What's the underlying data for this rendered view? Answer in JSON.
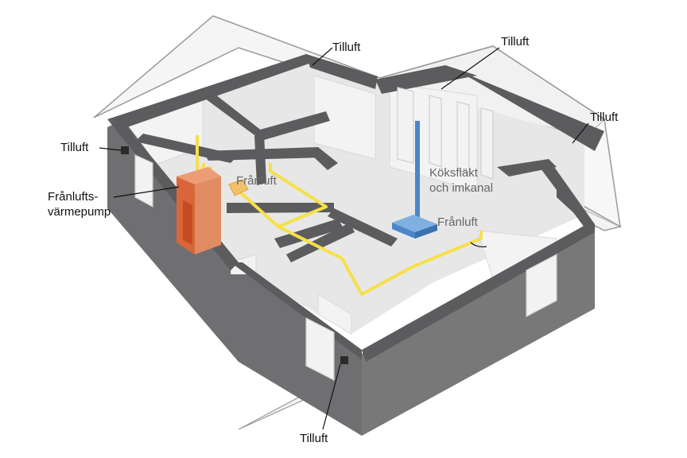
{
  "labels": {
    "tilluft_roof_left": "Tilluft",
    "tilluft_roof_mid": "Tilluft",
    "tilluft_roof_right": "Tilluft",
    "tilluft_wall_left": "Tilluft",
    "tilluft_wall_bottom": "Tilluft",
    "heat_pump_line1": "Frånlufts-",
    "heat_pump_line2": "värmepump",
    "franluft_left": "Frånluft",
    "franluft_right": "Frånluft",
    "kitchen_line1": "Köksfläkt",
    "kitchen_line2": "och imkanal"
  },
  "colors": {
    "wall_dark": "#6f6f71",
    "wall_top": "#5a5a5c",
    "floor": "#e4e4e4",
    "roof_outline": "#9a9a9a",
    "duct_yellow": "#f5e04a",
    "heat_pump": "#d9663a",
    "kitchen_hood": "#4a86c8"
  },
  "icons": {
    "vent": "supply-vent-icon",
    "hood": "kitchen-hood-icon"
  }
}
